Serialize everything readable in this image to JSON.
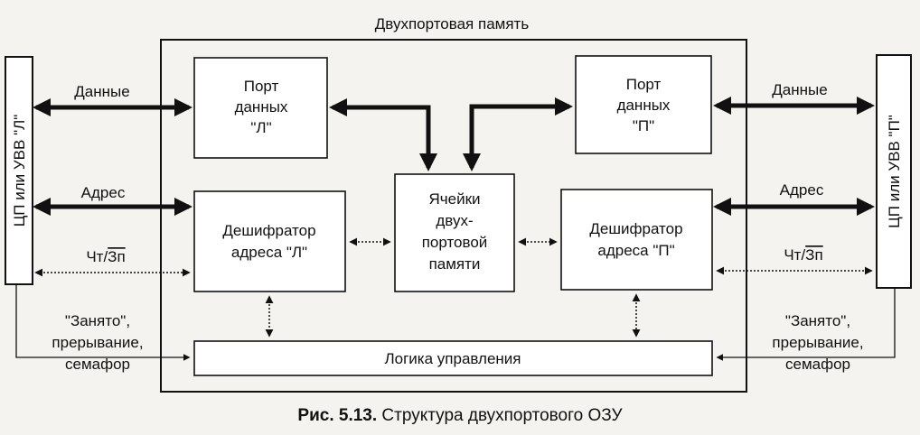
{
  "title": "Двухпортовая память",
  "left_device": "ЦП или УВВ \"Л\"",
  "right_device": "ЦП или УВВ \"П\"",
  "port_left": [
    "Порт",
    "данных",
    "\"Л\""
  ],
  "port_right": [
    "Порт",
    "данных",
    "\"П\""
  ],
  "cells": [
    "Ячейки",
    "двух-",
    "портовой",
    "памяти"
  ],
  "decoder_left": [
    "Дешифратор",
    "адреса \"Л\""
  ],
  "decoder_right": [
    "Дешифратор",
    "адреса \"П\""
  ],
  "control_logic": "Логика управления",
  "signals": {
    "data": "Данные",
    "address": "Адрес",
    "rw_prefix": "Чт/",
    "rw_overline": "Зп",
    "busy_lines": [
      "\"Занято\",",
      "прерывание,",
      "семафор"
    ]
  },
  "caption": {
    "prefix": "Рис. 5.13.",
    "text": " Структура двухпортового ОЗУ"
  }
}
